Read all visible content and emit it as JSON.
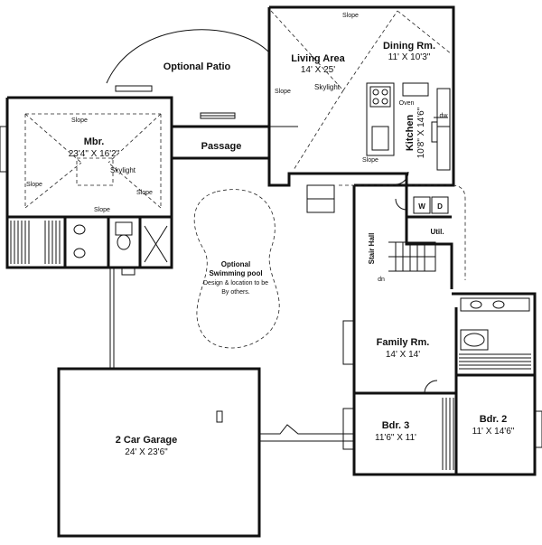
{
  "rooms": {
    "living": {
      "name": "Living Area",
      "dim": "14' X 25'"
    },
    "dining": {
      "name": "Dining Rm.",
      "dim": "11' X 10'3\""
    },
    "kitchen": {
      "name": "Kitchen",
      "dim": "10'8\" X 14'6\""
    },
    "mbr": {
      "name": "Mbr.",
      "dim": "23'4\" X 16'2\""
    },
    "passage": {
      "name": "Passage"
    },
    "patio": {
      "name": "Optional Patio"
    },
    "pool": {
      "line1": "Optional",
      "line2": "Swimming pool",
      "line3": "Design & location to be",
      "line4": "By others."
    },
    "family": {
      "name": "Family Rm.",
      "dim": "14' X 14'"
    },
    "bdr3": {
      "name": "Bdr. 3",
      "dim": "11'6\" X 11'"
    },
    "bdr2": {
      "name": "Bdr. 2",
      "dim": "11' X 14'6\""
    },
    "garage": {
      "name": "2 Car Garage",
      "dim": "24' X 23'6\""
    },
    "stair": {
      "name": "Stair Hall"
    },
    "util": {
      "name": "Util."
    }
  },
  "annotations": {
    "slope": "Slope",
    "skylight": "Skylight",
    "oven": "Oven",
    "dw": "dw",
    "washer": "W",
    "dryer": "D",
    "down": "dn"
  }
}
